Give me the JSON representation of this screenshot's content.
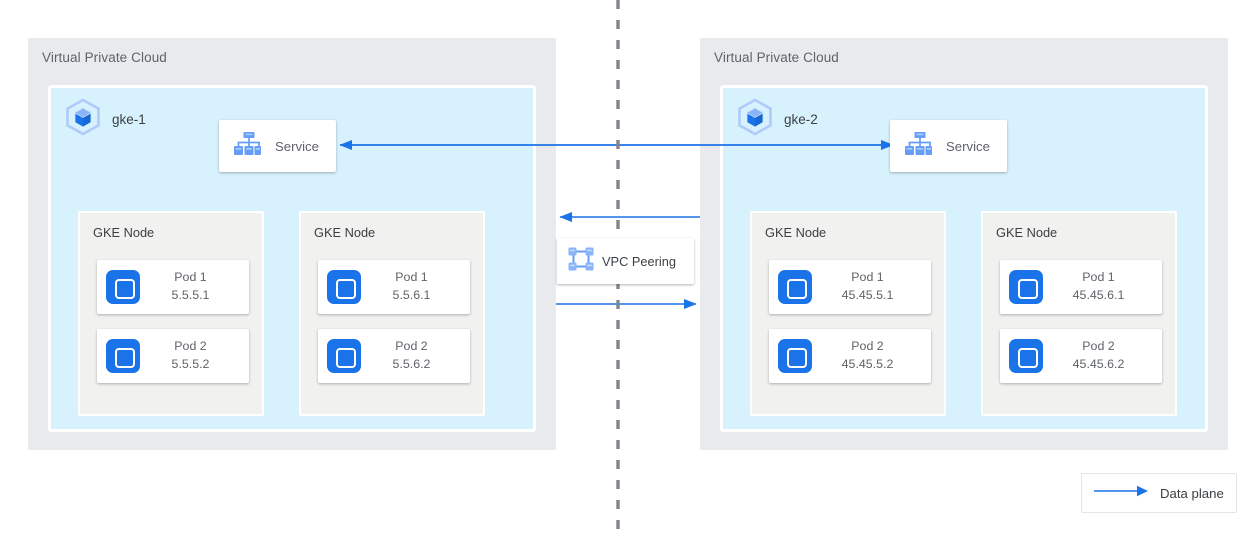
{
  "diagram": {
    "title_left": "Virtual Private Cloud",
    "title_right": "Virtual Private Cloud",
    "divider": "dashed-vertical-boundary",
    "colors": {
      "vpc_background": "#e8eaed",
      "cluster_background": "#d7f1fd",
      "node_background": "#f1f1f0",
      "pod_accent": "#1a73e8",
      "arrow": "#1a73e8",
      "icon_blue": "#669df6",
      "divider": "#80868b",
      "text": "#3c4043",
      "muted_text": "#5f6368"
    }
  },
  "vpcs": [
    {
      "label": "Virtual Private Cloud",
      "cluster": {
        "name": "gke-1",
        "icon": "gke-cluster-icon",
        "service": {
          "label": "Service",
          "icon": "service-hierarchy-icon"
        },
        "nodes": [
          {
            "label": "GKE Node",
            "pods": [
              {
                "name": "Pod 1",
                "ip": "5.5.5.1",
                "icon": "pod-icon"
              },
              {
                "name": "Pod 2",
                "ip": "5.5.5.2",
                "icon": "pod-icon"
              }
            ]
          },
          {
            "label": "GKE Node",
            "pods": [
              {
                "name": "Pod 1",
                "ip": "5.5.6.1",
                "icon": "pod-icon"
              },
              {
                "name": "Pod 2",
                "ip": "5.5.6.2",
                "icon": "pod-icon"
              }
            ]
          }
        ]
      }
    },
    {
      "label": "Virtual Private Cloud",
      "cluster": {
        "name": "gke-2",
        "icon": "gke-cluster-icon",
        "service": {
          "label": "Service",
          "icon": "service-hierarchy-icon"
        },
        "nodes": [
          {
            "label": "GKE Node",
            "pods": [
              {
                "name": "Pod 1",
                "ip": "45.45.5.1",
                "icon": "pod-icon"
              },
              {
                "name": "Pod 2",
                "ip": "45.45.5.2",
                "icon": "pod-icon"
              }
            ]
          },
          {
            "label": "GKE Node",
            "pods": [
              {
                "name": "Pod 1",
                "ip": "45.45.6.1",
                "icon": "pod-icon"
              },
              {
                "name": "Pod 2",
                "ip": "45.45.6.2",
                "icon": "pod-icon"
              }
            ]
          }
        ]
      }
    }
  ],
  "peering": {
    "label": "VPC Peering",
    "icon": "vpc-peering-icon"
  },
  "connections": [
    {
      "name": "service-to-service",
      "direction": "bidirectional",
      "style": "solid"
    },
    {
      "name": "peering-inbound",
      "direction": "left",
      "style": "solid"
    },
    {
      "name": "peering-outbound",
      "direction": "right",
      "style": "solid"
    }
  ],
  "legend": {
    "label": "Data plane",
    "icon": "arrow-right-icon"
  }
}
